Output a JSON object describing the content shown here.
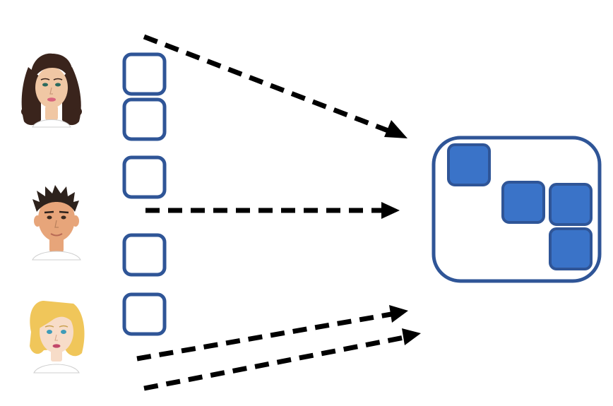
{
  "diagram": {
    "colors": {
      "box_stroke": "#2f5597",
      "box_fill": "#ffffff",
      "filled_block": "#3a73c8",
      "arrow": "#000000",
      "background": "#ffffff"
    },
    "users": [
      {
        "name": "user-curly-brown-hair",
        "hair": "#3a241c",
        "skin": "#f0c7a4",
        "shirt": "#ffffff",
        "lips": "#d9657e"
      },
      {
        "name": "user-spiky-dark-hair",
        "hair": "#2d221c",
        "skin": "#e7a57a",
        "shirt": "#ffffff",
        "lips": "#b86a55"
      },
      {
        "name": "user-blonde-hair",
        "hair": "#f0c65a",
        "skin": "#f7dcc8",
        "shirt": "#ffffff",
        "lips": "#c2476a"
      }
    ],
    "item_boxes": [
      {
        "name": "item-box-1"
      },
      {
        "name": "item-box-2"
      },
      {
        "name": "item-box-3"
      },
      {
        "name": "item-box-4"
      },
      {
        "name": "item-box-5"
      }
    ],
    "arrows": [
      {
        "name": "arrow-user1-to-collection",
        "from": "user-curly-brown-hair"
      },
      {
        "name": "arrow-user2-to-collection",
        "from": "user-spiky-dark-hair"
      },
      {
        "name": "arrow-user3a-to-collection",
        "from": "user-blonde-hair"
      },
      {
        "name": "arrow-user3b-to-collection",
        "from": "user-blonde-hair"
      }
    ],
    "collection": {
      "name": "aggregated-collection",
      "blocks": [
        {
          "name": "collected-block-1"
        },
        {
          "name": "collected-block-2"
        },
        {
          "name": "collected-block-3"
        },
        {
          "name": "collected-block-4"
        }
      ]
    }
  }
}
